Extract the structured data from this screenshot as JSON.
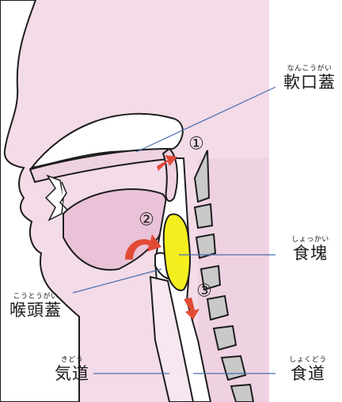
{
  "labels": {
    "soft_palate": {
      "ruby": "なんこうがい",
      "text": "軟口蓋"
    },
    "bolus": {
      "ruby": "しょっかい",
      "text": "食塊"
    },
    "epiglottis": {
      "ruby": "こうとうがい",
      "text": "喉頭蓋"
    },
    "trachea": {
      "ruby": "きどう",
      "text": "気道"
    },
    "esophagus": {
      "ruby": "しょくどう",
      "text": "食道"
    }
  },
  "steps": [
    "①",
    "②",
    "③"
  ],
  "colors": {
    "tissue": "#f3dbe8",
    "tissue_dark": "#e9c2d7",
    "outline": "#1d1d1d",
    "bolus": "#f5ee1f",
    "arrow": "#e24a35",
    "vertebra": "#c9c9c9",
    "leader": "#4a6fb0"
  }
}
